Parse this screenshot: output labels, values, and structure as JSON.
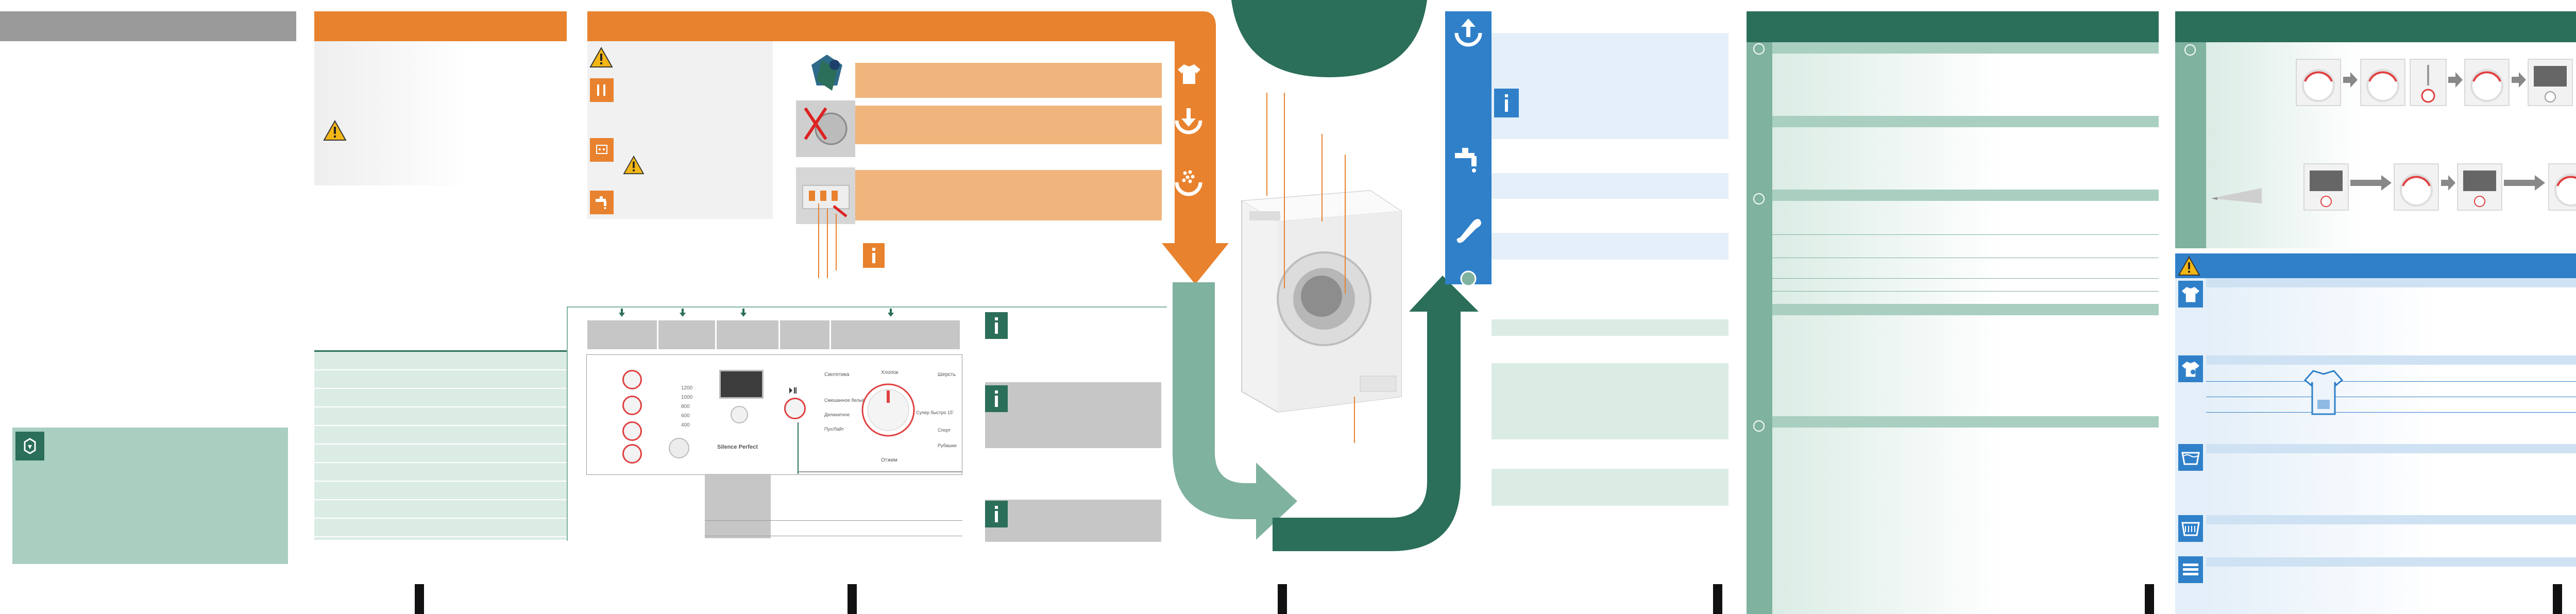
{
  "colors": {
    "orange": "#e8822e",
    "orange_light": "#efb57c",
    "green_dark": "#2b6e5a",
    "green_mid": "#7fb29f",
    "green_light": "#a9cfc0",
    "mint": "#dbece5",
    "blue": "#2f80c9",
    "blue_light": "#e4eff9",
    "grey": "#9a9a9a",
    "light_grey": "#d0d0d0"
  },
  "icons": {
    "warning": "warning-triangle-icon",
    "shirt": "shirt-icon",
    "load": "load-arrow-icon",
    "detergent": "detergent-icon",
    "info": "info-icon",
    "tap": "water-tap-icon",
    "recycle": "recycle-icon",
    "unload": "unload-arrow-icon",
    "washing_machine": "washing-machine-illustration"
  },
  "program_dial": {
    "brand": "Silence Perfect",
    "top_left_label": "Синтетика",
    "top_center_label": "Хлопок",
    "top_right_label": "Шерсть",
    "left_labels": [
      "Смешанное бельё",
      "Деликатное",
      "Пух/Лайт"
    ],
    "bottom_label": "Отжим",
    "right_labels": [
      "Супер быстро 15'",
      "Спорт",
      "Рубашки"
    ],
    "speed_options": [
      "1200",
      "1000",
      "800",
      "600",
      "400"
    ],
    "start_icon": "start-pause-icon"
  }
}
